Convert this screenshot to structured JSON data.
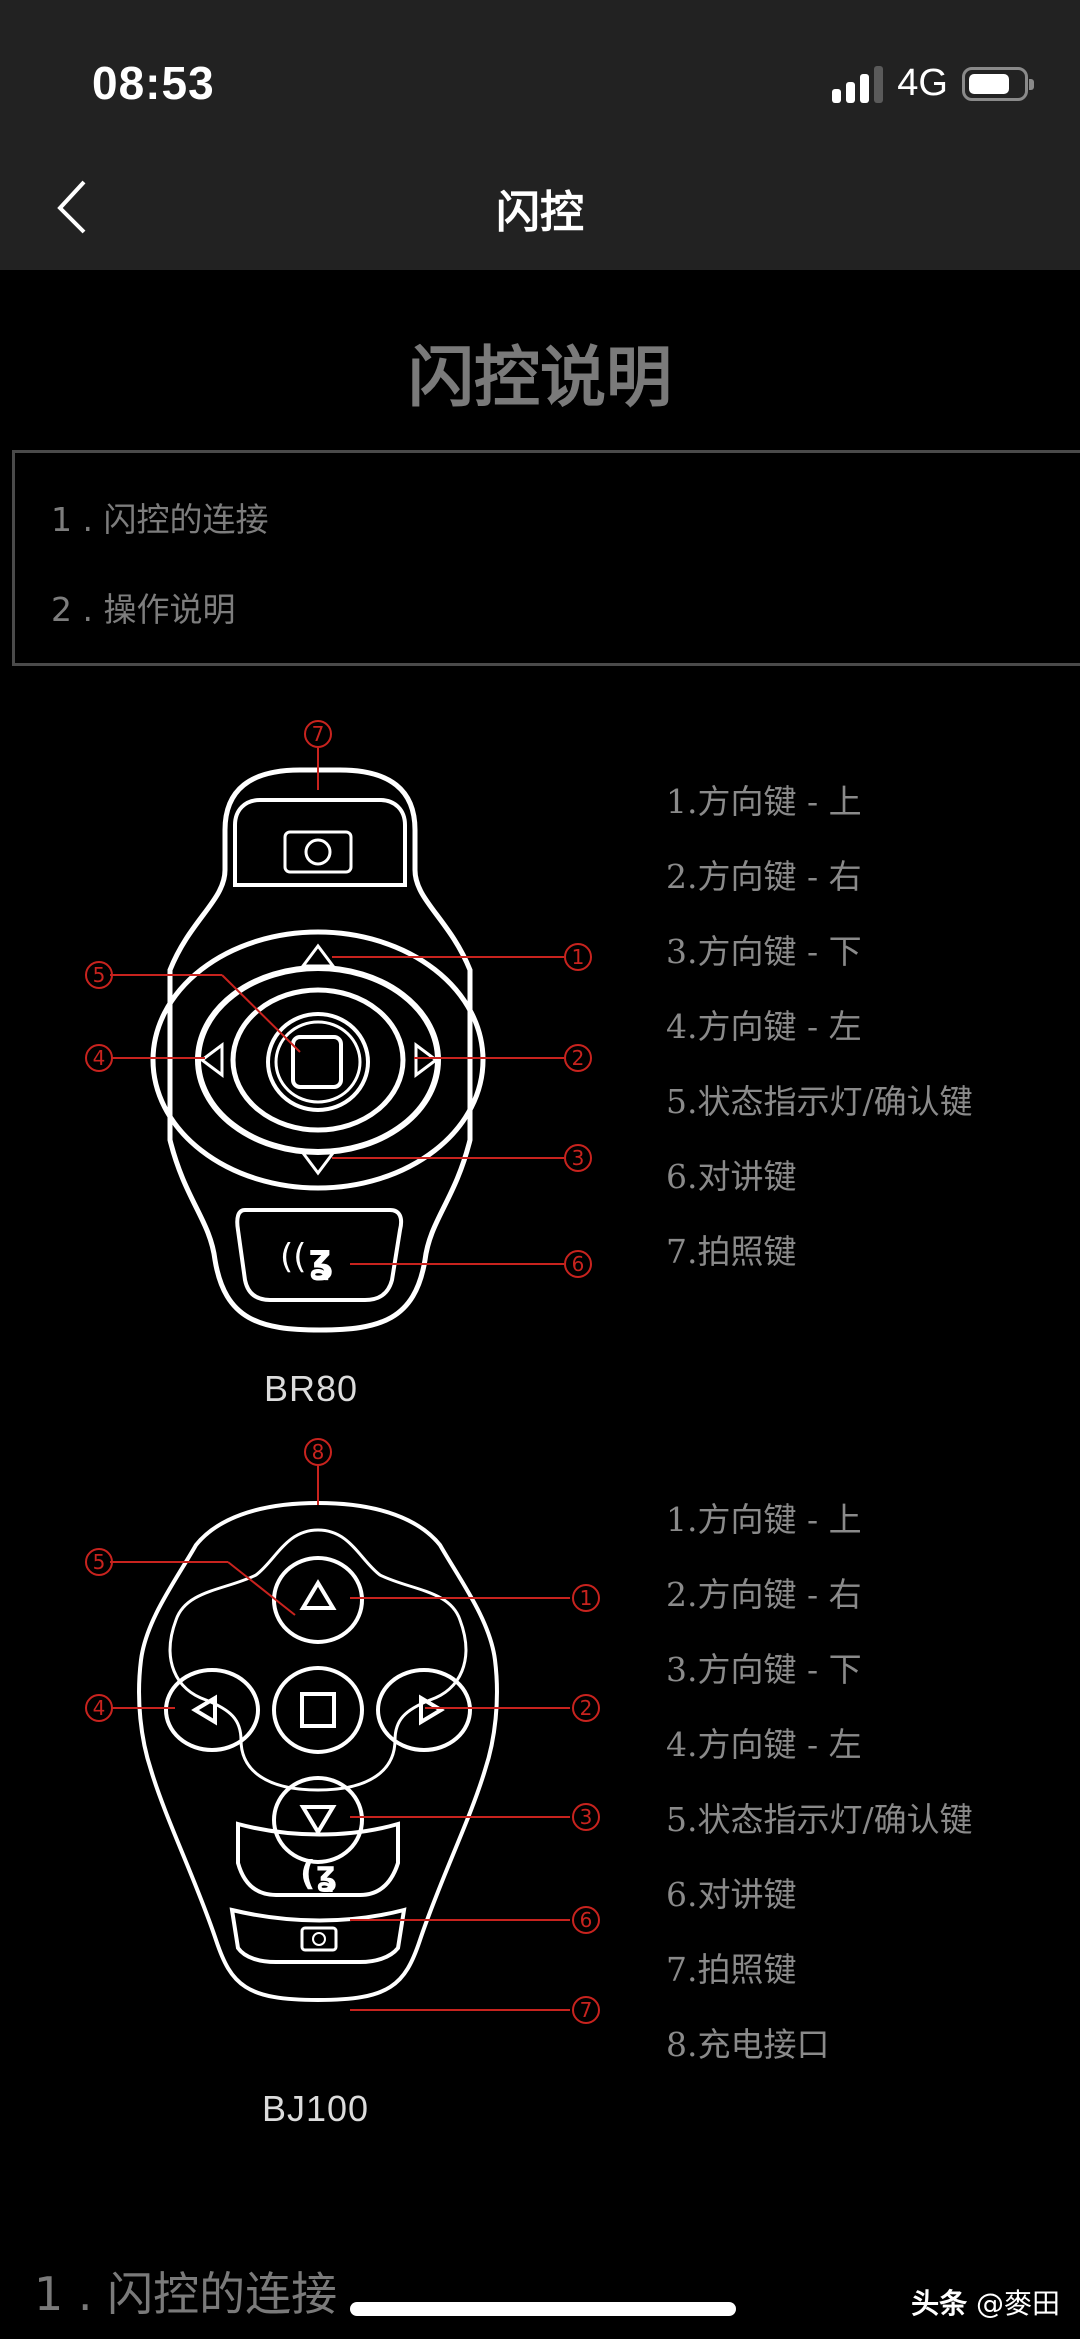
{
  "status_bar": {
    "time": "08:53",
    "network": "4G",
    "signal_bars": 3,
    "signal_max": 4
  },
  "nav": {
    "back_icon": "chevron-left-icon",
    "title": "闪控"
  },
  "page": {
    "title": "闪控说明"
  },
  "toc": {
    "items": [
      {
        "label": "1 . 闪控的连接"
      },
      {
        "label": "2 . 操作说明"
      }
    ]
  },
  "colors": {
    "topbar": "#222222",
    "background": "#000000",
    "callout": "#c8231e",
    "text_gray": "#7d7d7d"
  },
  "devices": [
    {
      "model": "BR80",
      "callouts": [
        "⑦",
        "⑤",
        "①",
        "④",
        "②",
        "③",
        "⑥"
      ],
      "legend": [
        "1.方向键 - 上",
        "2.方向键 - 右",
        "3.方向键 - 下",
        "4.方向键 - 左",
        "5.状态指示灯/确认键",
        "6.对讲键",
        "7.拍照键"
      ]
    },
    {
      "model": "BJ100",
      "callouts": [
        "⑧",
        "⑤",
        "①",
        "④",
        "②",
        "③",
        "⑥",
        "⑦"
      ],
      "legend": [
        "1.方向键 - 上",
        "2.方向键 - 右",
        "3.方向键 - 下",
        "4.方向键 - 左",
        "5.状态指示灯/确认键",
        "6.对讲键",
        "7.拍照键",
        "8.充电接口"
      ]
    }
  ],
  "section": {
    "heading": "1 . 闪控的连接"
  },
  "watermark": {
    "brand": "头条",
    "author": "@麥田"
  }
}
